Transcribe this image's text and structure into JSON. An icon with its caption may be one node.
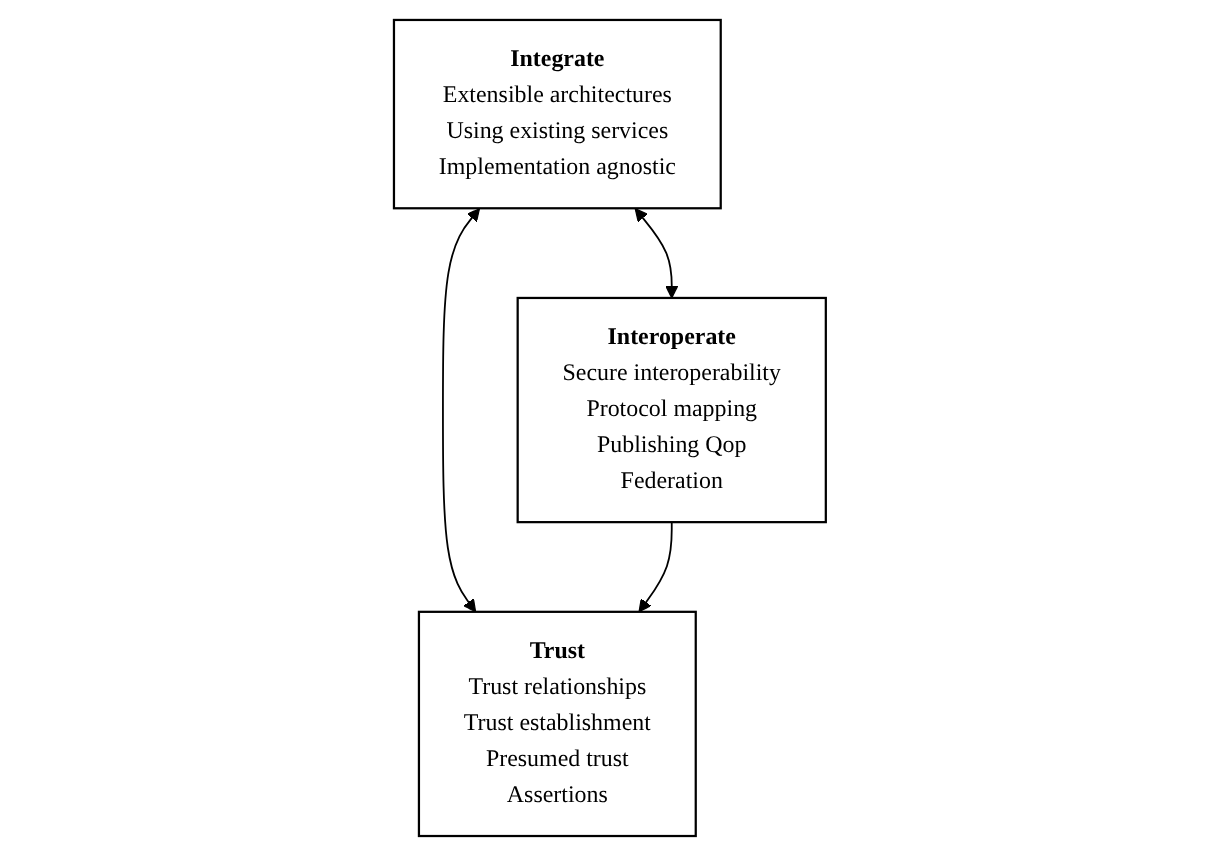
{
  "diagram": {
    "nodes": [
      {
        "text": [
          "Integrate",
          "Extensible architectures",
          "Using existing services",
          "Implementation agnostic"
        ]
      },
      {
        "text": [
          "Interoperate",
          "Secure interoperability",
          "Protocol mapping",
          "Publishing Qop",
          "Federation"
        ]
      },
      {
        "text": [
          "Trust",
          "Trust relationships",
          "Trust establishment",
          "Presumed trust",
          "Assertions"
        ]
      }
    ],
    "edges": [
      {
        "from": 0,
        "to": 1,
        "arrow": "both"
      },
      {
        "from": 0,
        "to": 2,
        "arrow": "both"
      },
      {
        "from": 1,
        "to": 2,
        "arrow": "to"
      }
    ]
  }
}
